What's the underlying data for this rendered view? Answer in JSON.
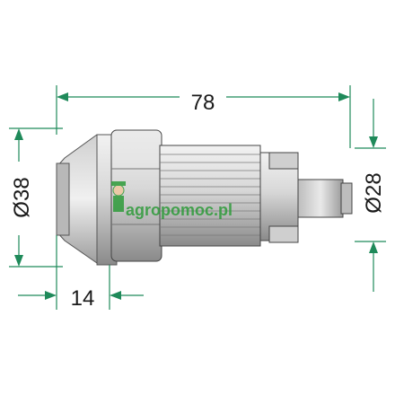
{
  "dimensions": {
    "length": "78",
    "left_diameter": "Ø38",
    "right_diameter": "Ø28",
    "front_length": "14"
  },
  "watermark": {
    "text": "agropomoc.pl"
  },
  "colors": {
    "dimension_line": "#1f8a5a",
    "watermark_green": "#2e9b3a",
    "watermark_red": "#d62828",
    "metal_light": "#d9d9d9",
    "metal_dark": "#8c8c8c"
  }
}
